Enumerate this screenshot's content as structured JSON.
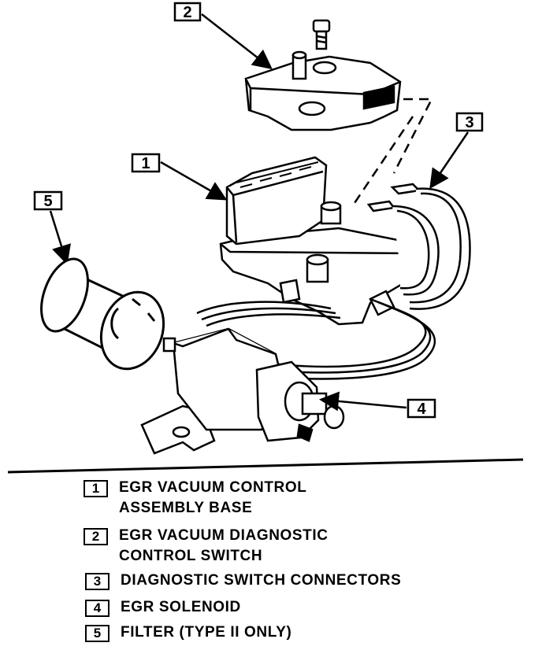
{
  "callouts": [
    {
      "id": "1"
    },
    {
      "id": "2"
    },
    {
      "id": "3"
    },
    {
      "id": "4"
    },
    {
      "id": "5"
    }
  ],
  "legend": [
    {
      "num": "1",
      "text": "EGR VACUUM CONTROL\nASSEMBLY BASE"
    },
    {
      "num": "2",
      "text": "EGR VACUUM DIAGNOSTIC\nCONTROL SWITCH"
    },
    {
      "num": "3",
      "text": "DIAGNOSTIC SWITCH CONNECTORS"
    },
    {
      "num": "4",
      "text": "EGR SOLENOID"
    },
    {
      "num": "5",
      "text": "FILTER (TYPE II ONLY)"
    }
  ]
}
